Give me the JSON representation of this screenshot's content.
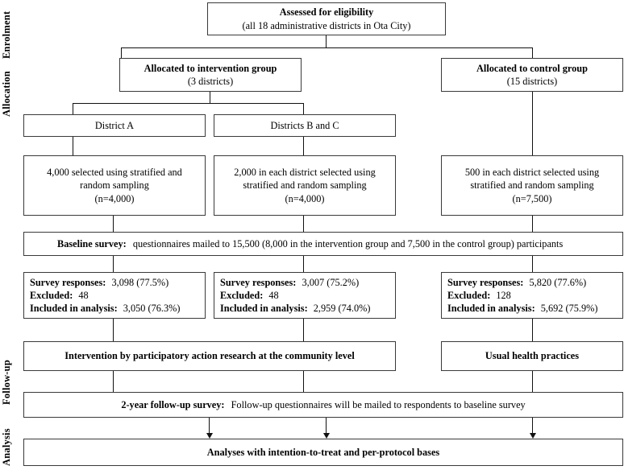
{
  "stages": [
    {
      "id": "enrolment",
      "label": "Enrolment"
    },
    {
      "id": "allocation",
      "label": "Allocation"
    },
    {
      "id": "followup",
      "label": "Follow-up"
    },
    {
      "id": "analysis",
      "label": "Analysis"
    }
  ],
  "nodes": {
    "assessed": {
      "title": "Assessed for eligibility",
      "subtitle": "(all 18 administrative districts in Ota City)"
    },
    "alloc_intervention": {
      "title": "Allocated to intervention group",
      "subtitle": "(3 districts)"
    },
    "alloc_control": {
      "title": "Allocated to control group",
      "subtitle": "(15 districts)"
    },
    "district_a": {
      "title": "District A"
    },
    "districts_bc": {
      "title": "Districts B and C"
    },
    "sample_a": {
      "line1": "4,000 selected using stratified and",
      "line2": "random sampling",
      "line3": "(n=4,000)"
    },
    "sample_bc": {
      "line1": "2,000 in each district selected using",
      "line2": "stratified and random sampling",
      "line3": "(n=4,000)"
    },
    "sample_control": {
      "line1": "500 in each district selected using",
      "line2": "stratified and random sampling",
      "line3": "(n=7,500)"
    },
    "baseline": {
      "label": "Baseline survey:",
      "text": "questionnaires mailed to 15,500 (8,000 in the intervention group and 7,500 in the control group) participants"
    },
    "results_a": {
      "responses_label": "Survey responses:",
      "responses_value": "3,098 (77.5%)",
      "excluded_label": "Excluded:",
      "excluded_value": "48",
      "included_label": "Included in analysis:",
      "included_value": "3,050 (76.3%)"
    },
    "results_bc": {
      "responses_label": "Survey responses:",
      "responses_value": "3,007 (75.2%)",
      "excluded_label": "Excluded:",
      "excluded_value": "48",
      "included_label": "Included in analysis:",
      "included_value": "2,959 (74.0%)"
    },
    "results_control": {
      "responses_label": "Survey responses:",
      "responses_value": "5,820 (77.6%)",
      "excluded_label": "Excluded:",
      "excluded_value": "128",
      "included_label": "Included in analysis:",
      "included_value": "5,692 (75.9%)"
    },
    "intervention_activity": {
      "title": "Intervention by participatory action research at the community level"
    },
    "control_activity": {
      "title": "Usual health practices"
    },
    "followup_survey": {
      "label": "2-year follow-up survey:",
      "text": "Follow-up questionnaires will be mailed to respondents to baseline survey"
    },
    "analyses": {
      "title": "Analyses with intention-to-treat and per-protocol bases"
    }
  },
  "colors": {
    "border": "#3a3a3a",
    "connector": "#111111",
    "background": "#ffffff",
    "text": "#000000"
  }
}
